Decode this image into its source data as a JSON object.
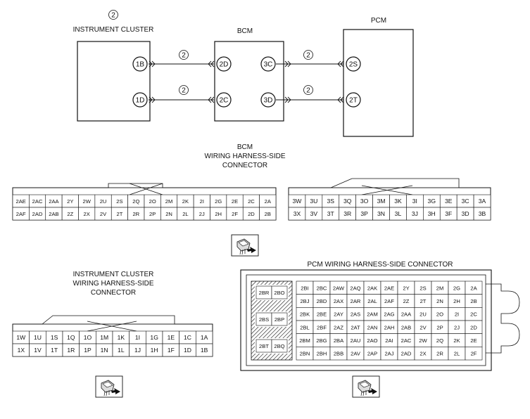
{
  "circled_numeral": "2",
  "wire_marker": "2",
  "top_diagram": {
    "instrument_cluster": {
      "title": "INSTRUMENT CLUSTER",
      "terminals": [
        "1B",
        "1D"
      ]
    },
    "bcm": {
      "title": "BCM",
      "left_terminals": [
        "2D",
        "2C"
      ],
      "right_terminals": [
        "3C",
        "3D"
      ]
    },
    "pcm": {
      "title": "PCM",
      "terminals": [
        "2S",
        "2T"
      ]
    }
  },
  "bcm_connector": {
    "title_lines": [
      "BCM",
      "WIRING HARNESS-SIDE",
      "CONNECTOR"
    ],
    "block_a": {
      "row1": [
        "2AE",
        "2AC",
        "2AA",
        "2Y",
        "2W",
        "2U",
        "2S",
        "2Q",
        "2O",
        "2M",
        "2K",
        "2I",
        "2G",
        "2E",
        "2C",
        "2A"
      ],
      "row2": [
        "2AF",
        "2AD",
        "2AB",
        "2Z",
        "2X",
        "2V",
        "2T",
        "2R",
        "2P",
        "2N",
        "2L",
        "2J",
        "2H",
        "2F",
        "2D",
        "2B"
      ]
    },
    "block_b": {
      "row1": [
        "3W",
        "3U",
        "3S",
        "3Q",
        "3O",
        "3M",
        "3K",
        "3I",
        "3G",
        "3E",
        "3C",
        "3A"
      ],
      "row2": [
        "3X",
        "3V",
        "3T",
        "3R",
        "3P",
        "3N",
        "3L",
        "3J",
        "3H",
        "3F",
        "3D",
        "3B"
      ]
    }
  },
  "ic_connector": {
    "title_lines": [
      "INSTRUMENT CLUSTER",
      "WIRING HARNESS-SIDE",
      "CONNECTOR"
    ],
    "row1": [
      "1W",
      "1U",
      "1S",
      "1Q",
      "1O",
      "1M",
      "1K",
      "1I",
      "1G",
      "1E",
      "1C",
      "1A"
    ],
    "row2": [
      "1X",
      "1V",
      "1T",
      "1R",
      "1P",
      "1N",
      "1L",
      "1J",
      "1H",
      "1F",
      "1D",
      "1B"
    ]
  },
  "pcm_connector": {
    "title": "PCM WIRING HARNESS-SIDE CONNECTOR",
    "side_pins": [
      [
        "2BR",
        "2BO"
      ],
      [
        "2BS",
        "2BP"
      ],
      [
        "2BT",
        "2BQ"
      ]
    ],
    "grid": [
      [
        "2BI",
        "2BC",
        "2AW",
        "2AQ",
        "2AK",
        "2AE",
        "2Y",
        "2S",
        "2M",
        "2G",
        "2A"
      ],
      [
        "2BJ",
        "2BD",
        "2AX",
        "2AR",
        "2AL",
        "2AF",
        "2Z",
        "2T",
        "2N",
        "2H",
        "2B"
      ],
      [
        "2BK",
        "2BE",
        "2AY",
        "2AS",
        "2AM",
        "2AG",
        "2AA",
        "2U",
        "2O",
        "2I",
        "2C"
      ],
      [
        "2BL",
        "2BF",
        "2AZ",
        "2AT",
        "2AN",
        "2AH",
        "2AB",
        "2V",
        "2P",
        "2J",
        "2D"
      ],
      [
        "2BM",
        "2BG",
        "2BA",
        "2AU",
        "2AO",
        "2AI",
        "2AC",
        "2W",
        "2Q",
        "2K",
        "2E"
      ],
      [
        "2BN",
        "2BH",
        "2BB",
        "2AV",
        "2AP",
        "2AJ",
        "2AD",
        "2X",
        "2R",
        "2L",
        "2F"
      ]
    ]
  },
  "icons": [
    "connector-view-icon",
    "connector-view-icon",
    "connector-view-icon"
  ]
}
